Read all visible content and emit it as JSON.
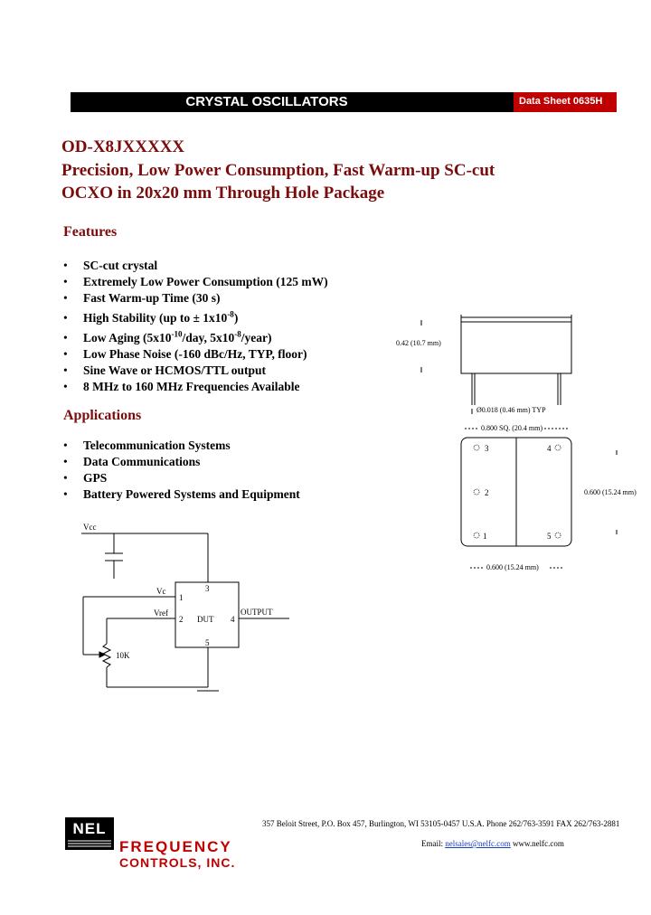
{
  "header": {
    "title": "CRYSTAL OSCILLATORS",
    "datasheet": "Data Sheet 0635H"
  },
  "product": {
    "part_number": "OD-X8JXXXXX",
    "title_line1": "Precision, Low Power Consumption, Fast Warm-up SC-cut",
    "title_line2": "OCXO in 20x20 mm Through Hole Package"
  },
  "features": {
    "heading": "Features",
    "items": [
      {
        "text": "SC-cut crystal"
      },
      {
        "text": "Extremely Low Power Consumption (125 mW)"
      },
      {
        "text": "Fast Warm-up Time (30 s)"
      },
      {
        "pre": "High Stability (up to ± 1x10",
        "sup": "-8",
        "post": ")"
      },
      {
        "pre": "Low Aging (5x10",
        "sup": "-10",
        "mid": "/day, 5x10",
        "sup2": "-8",
        "post": "/year)"
      },
      {
        "text": "Low Phase Noise (-160 dBc/Hz, TYP, floor)"
      },
      {
        "text": "Sine Wave or HCMOS/TTL output"
      },
      {
        "text": "8 MHz to 160 MHz Frequencies Available"
      }
    ]
  },
  "applications": {
    "heading": "Applications",
    "items": [
      "Telecommunication Systems",
      "Data Communications",
      "GPS",
      "Battery Powered Systems and Equipment"
    ]
  },
  "schematic": {
    "vcc": "Vcc",
    "vc": "Vc",
    "vref": "Vref",
    "dut": "DUT",
    "output": "OUTPUT",
    "pot": "10K",
    "pins": {
      "p1": "1",
      "p2": "2",
      "p3": "3",
      "p4": "4",
      "p5": "5"
    }
  },
  "drawing": {
    "height_dim": "0.42 (10.7 mm)",
    "pin_dia": "Ø0.018 (0.46 mm) TYP",
    "square": "0.800 SQ. (20.4 mm)",
    "vert_dim": "0.600 (15.24 mm)",
    "horiz_dim": "0.600 (15.24 mm)",
    "pins": {
      "p1": "1",
      "p2": "2",
      "p3": "3",
      "p4": "4",
      "p5": "5"
    }
  },
  "footer": {
    "address": "357 Beloit Street, P.O. Box 457, Burlington, WI 53105-0457 U.S.A. Phone 262/763-3591 FAX 262/763-2881",
    "email_label": "Email:",
    "email": "nelsales@nelfc.com",
    "web": "www.nelfc.com",
    "logo_nel": "NEL",
    "logo_frequency": "FREQUENCY",
    "logo_controls": "CONTROLS, INC."
  }
}
